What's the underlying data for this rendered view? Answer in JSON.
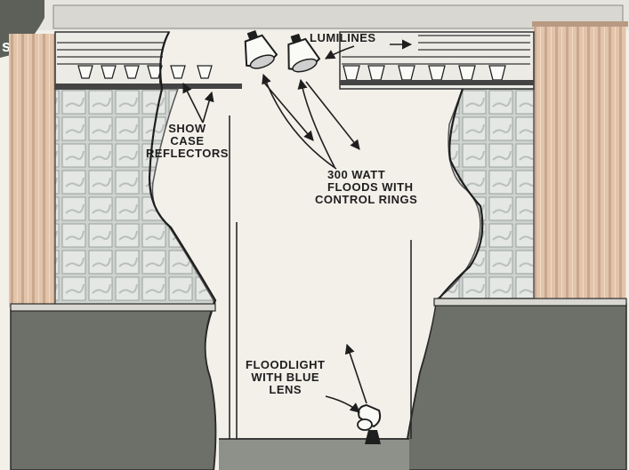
{
  "colors": {
    "background": "#f3f0ea",
    "wall_panel": "#6c7068",
    "curtain": "#e0c2a8",
    "glass_block": "#dfe3e0",
    "ink": "#1e1e1e"
  },
  "labels": {
    "lumilines": "LUMILINES",
    "show_case_reflectors": [
      "SHOW",
      "CASE",
      "REFLECTORS"
    ],
    "floods": [
      "300 WATT",
      "FLOODS  WITH",
      "CONTROL  RINGS"
    ],
    "floodlight": [
      "FLOODLIGHT",
      "WITH  BLUE",
      "LENS"
    ]
  },
  "corner_mark": "s"
}
